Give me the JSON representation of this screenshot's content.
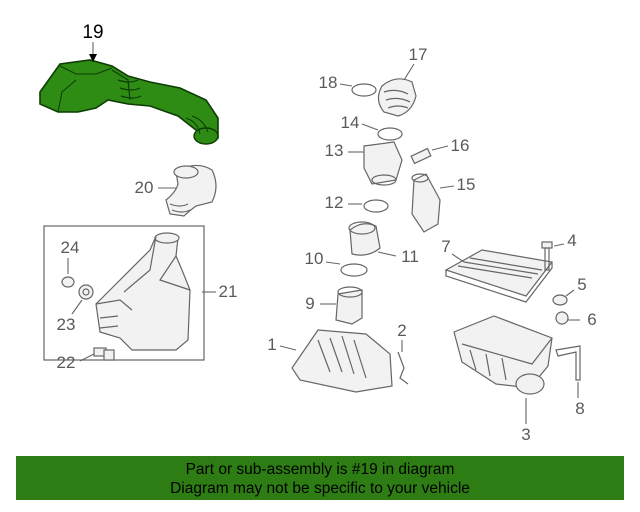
{
  "highlight": {
    "part_number": "19",
    "color": "#2e8b13"
  },
  "callouts": {
    "c1": "1",
    "c2": "2",
    "c3": "3",
    "c4": "4",
    "c5": "5",
    "c6": "6",
    "c7": "7",
    "c8": "8",
    "c9": "9",
    "c10": "10",
    "c11": "11",
    "c12": "12",
    "c13": "13",
    "c14": "14",
    "c15": "15",
    "c16": "16",
    "c17": "17",
    "c18": "18",
    "c20": "20",
    "c21": "21",
    "c22": "22",
    "c23": "23",
    "c24": "24"
  },
  "footer": {
    "line1": "Part or sub-assembly is #19 in diagram",
    "line2": "Diagram may not be specific to your vehicle",
    "background": "#2e7d14"
  }
}
